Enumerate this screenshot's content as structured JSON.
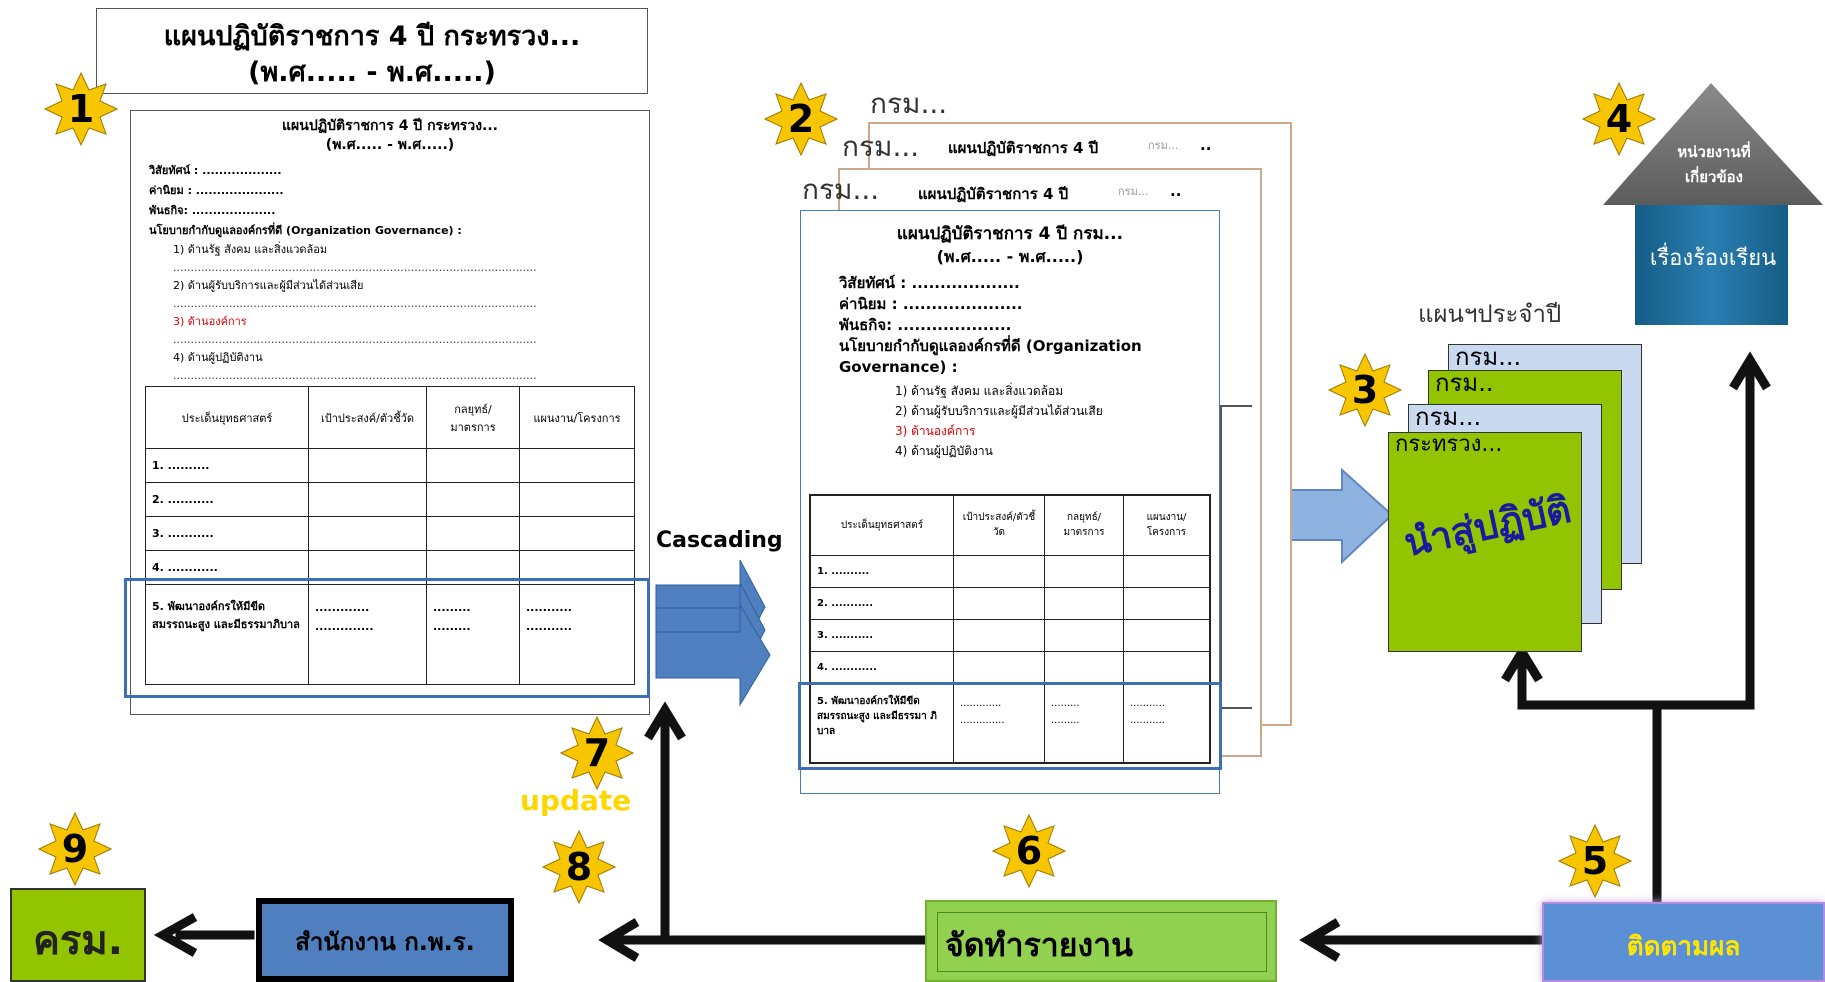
{
  "top_title": {
    "line1": "แผนปฏิบัติราชการ 4 ปี กระทรวง...",
    "line2": "(พ.ศ..... - พ.ศ.....)"
  },
  "ministry_doc": {
    "title1": "แผนปฏิบัติราชการ 4 ปี กระทรวง...",
    "title2": "(พ.ศ..... - พ.ศ.....)",
    "vision": "วิสัยทัศน์ : ...................",
    "values": "ค่านิยม : .....................",
    "mission": "พันธกิจ: ....................",
    "policy": "นโยบายกำกับดูแลองค์กรที่ดี (Organization Governance) :",
    "items": [
      "1) ด้านรัฐ สังคม และสิ่งแวดล้อม",
      "2) ด้านผู้รับบริการและผู้มีส่วนได้ส่วนเสีย",
      "3) ด้านองค์การ",
      "4) ด้านผู้ปฏิบัติงาน"
    ],
    "dotline": "........................................................................................................",
    "headers": [
      "ประเด็นยุทธศาสตร์",
      "เป้าประสงค์/ตัวชี้วัด",
      "กลยุทธ์/มาตรการ",
      "แผนงาน/โครงการ"
    ],
    "rows": [
      "1. ..........",
      "2. ...........",
      "3. ...........",
      "4. ............"
    ],
    "row5": {
      "c1": "5. พัฒนาองค์กรให้มีขีดสมรรถนะสูง และมีธรรมาภิบาล",
      "c2a": ".............",
      "c2b": "..............",
      "c3a": ".........",
      "c3b": ".........",
      "c4a": "...........",
      "c4b": "..........."
    }
  },
  "cascading_label": "Cascading",
  "dept_labels": {
    "back2": "กรม...",
    "back1": "กรม...",
    "back0": "กรม..."
  },
  "dept_back_titles": {
    "t1": "แผนปฏิบัติราชการ 4 ปี",
    "t1b": "กรม...",
    "t1c": "..",
    "t2": "แผนปฏิบัติราชการ 4 ปี",
    "t2b": "กรม...",
    "t2c": ".."
  },
  "dept_doc": {
    "title1": "แผนปฏิบัติราชการ 4 ปี กรม...",
    "title2": "(พ.ศ..... - พ.ศ.....)",
    "vision": "วิสัยทัศน์ : ...................",
    "values": "ค่านิยม : .....................",
    "mission": "พันธกิจ: ....................",
    "policy1": "นโยบายกำกับดูแลองค์กรที่ดี (Organization",
    "policy2": "Governance) :",
    "items": [
      "1) ด้านรัฐ สังคม และสิ่งแวดล้อม",
      "2) ด้านผู้รับบริการและผู้มีส่วนได้ส่วนเสีย",
      "3) ด้านองค์การ",
      "4) ด้านผู้ปฏิบัติงาน"
    ],
    "headers": [
      "ประเด็นยุทธศาสตร์",
      "เป้าประสงค์/ตัวชี้วัด",
      "กลยุทธ์/มาตรการ",
      "แผนงาน/โครงการ"
    ],
    "rows": [
      "1. ..........",
      "2. ...........",
      "3. ...........",
      "4. ............"
    ],
    "row5": {
      "c1": "5. พัฒนาองค์กรให้มีขีดสมรรถนะสูง และมีธรรมา ภิบาล",
      "c2a": ".............",
      "c2b": "..............",
      "c3a": ".........",
      "c3b": ".........",
      "c4a": "...........",
      "c4b": "..........."
    }
  },
  "annual_plan_label": "แผนฯประจำปี",
  "annual_cards": [
    "กรม...",
    "กรม..",
    "กรม...",
    "กระทรวง..."
  ],
  "implement_text": "นำสู่ปฏิบัติ",
  "agency": {
    "roof": "หน่วยงานที่เกี่ยวข้อง",
    "body": "เรื่องร้องเรียน"
  },
  "update_label": "update",
  "follow_label": "ติดตามผล",
  "report_label": "จัดทำรายงาน",
  "opdc_label": "สำนักงาน ก.พ.ร.",
  "cabinet_label": "ครม.",
  "badges": [
    "1",
    "2",
    "3",
    "4",
    "5",
    "6",
    "7",
    "8",
    "9"
  ],
  "colors": {
    "badge": "#f7c600",
    "green": "#92c500",
    "blue": "#4f7fbf",
    "lightblue": "#c9d9f0",
    "darkgreen": "#1d6f7a",
    "agency": "#1f6da0",
    "red": "#e00000",
    "update": "#ffd700"
  }
}
